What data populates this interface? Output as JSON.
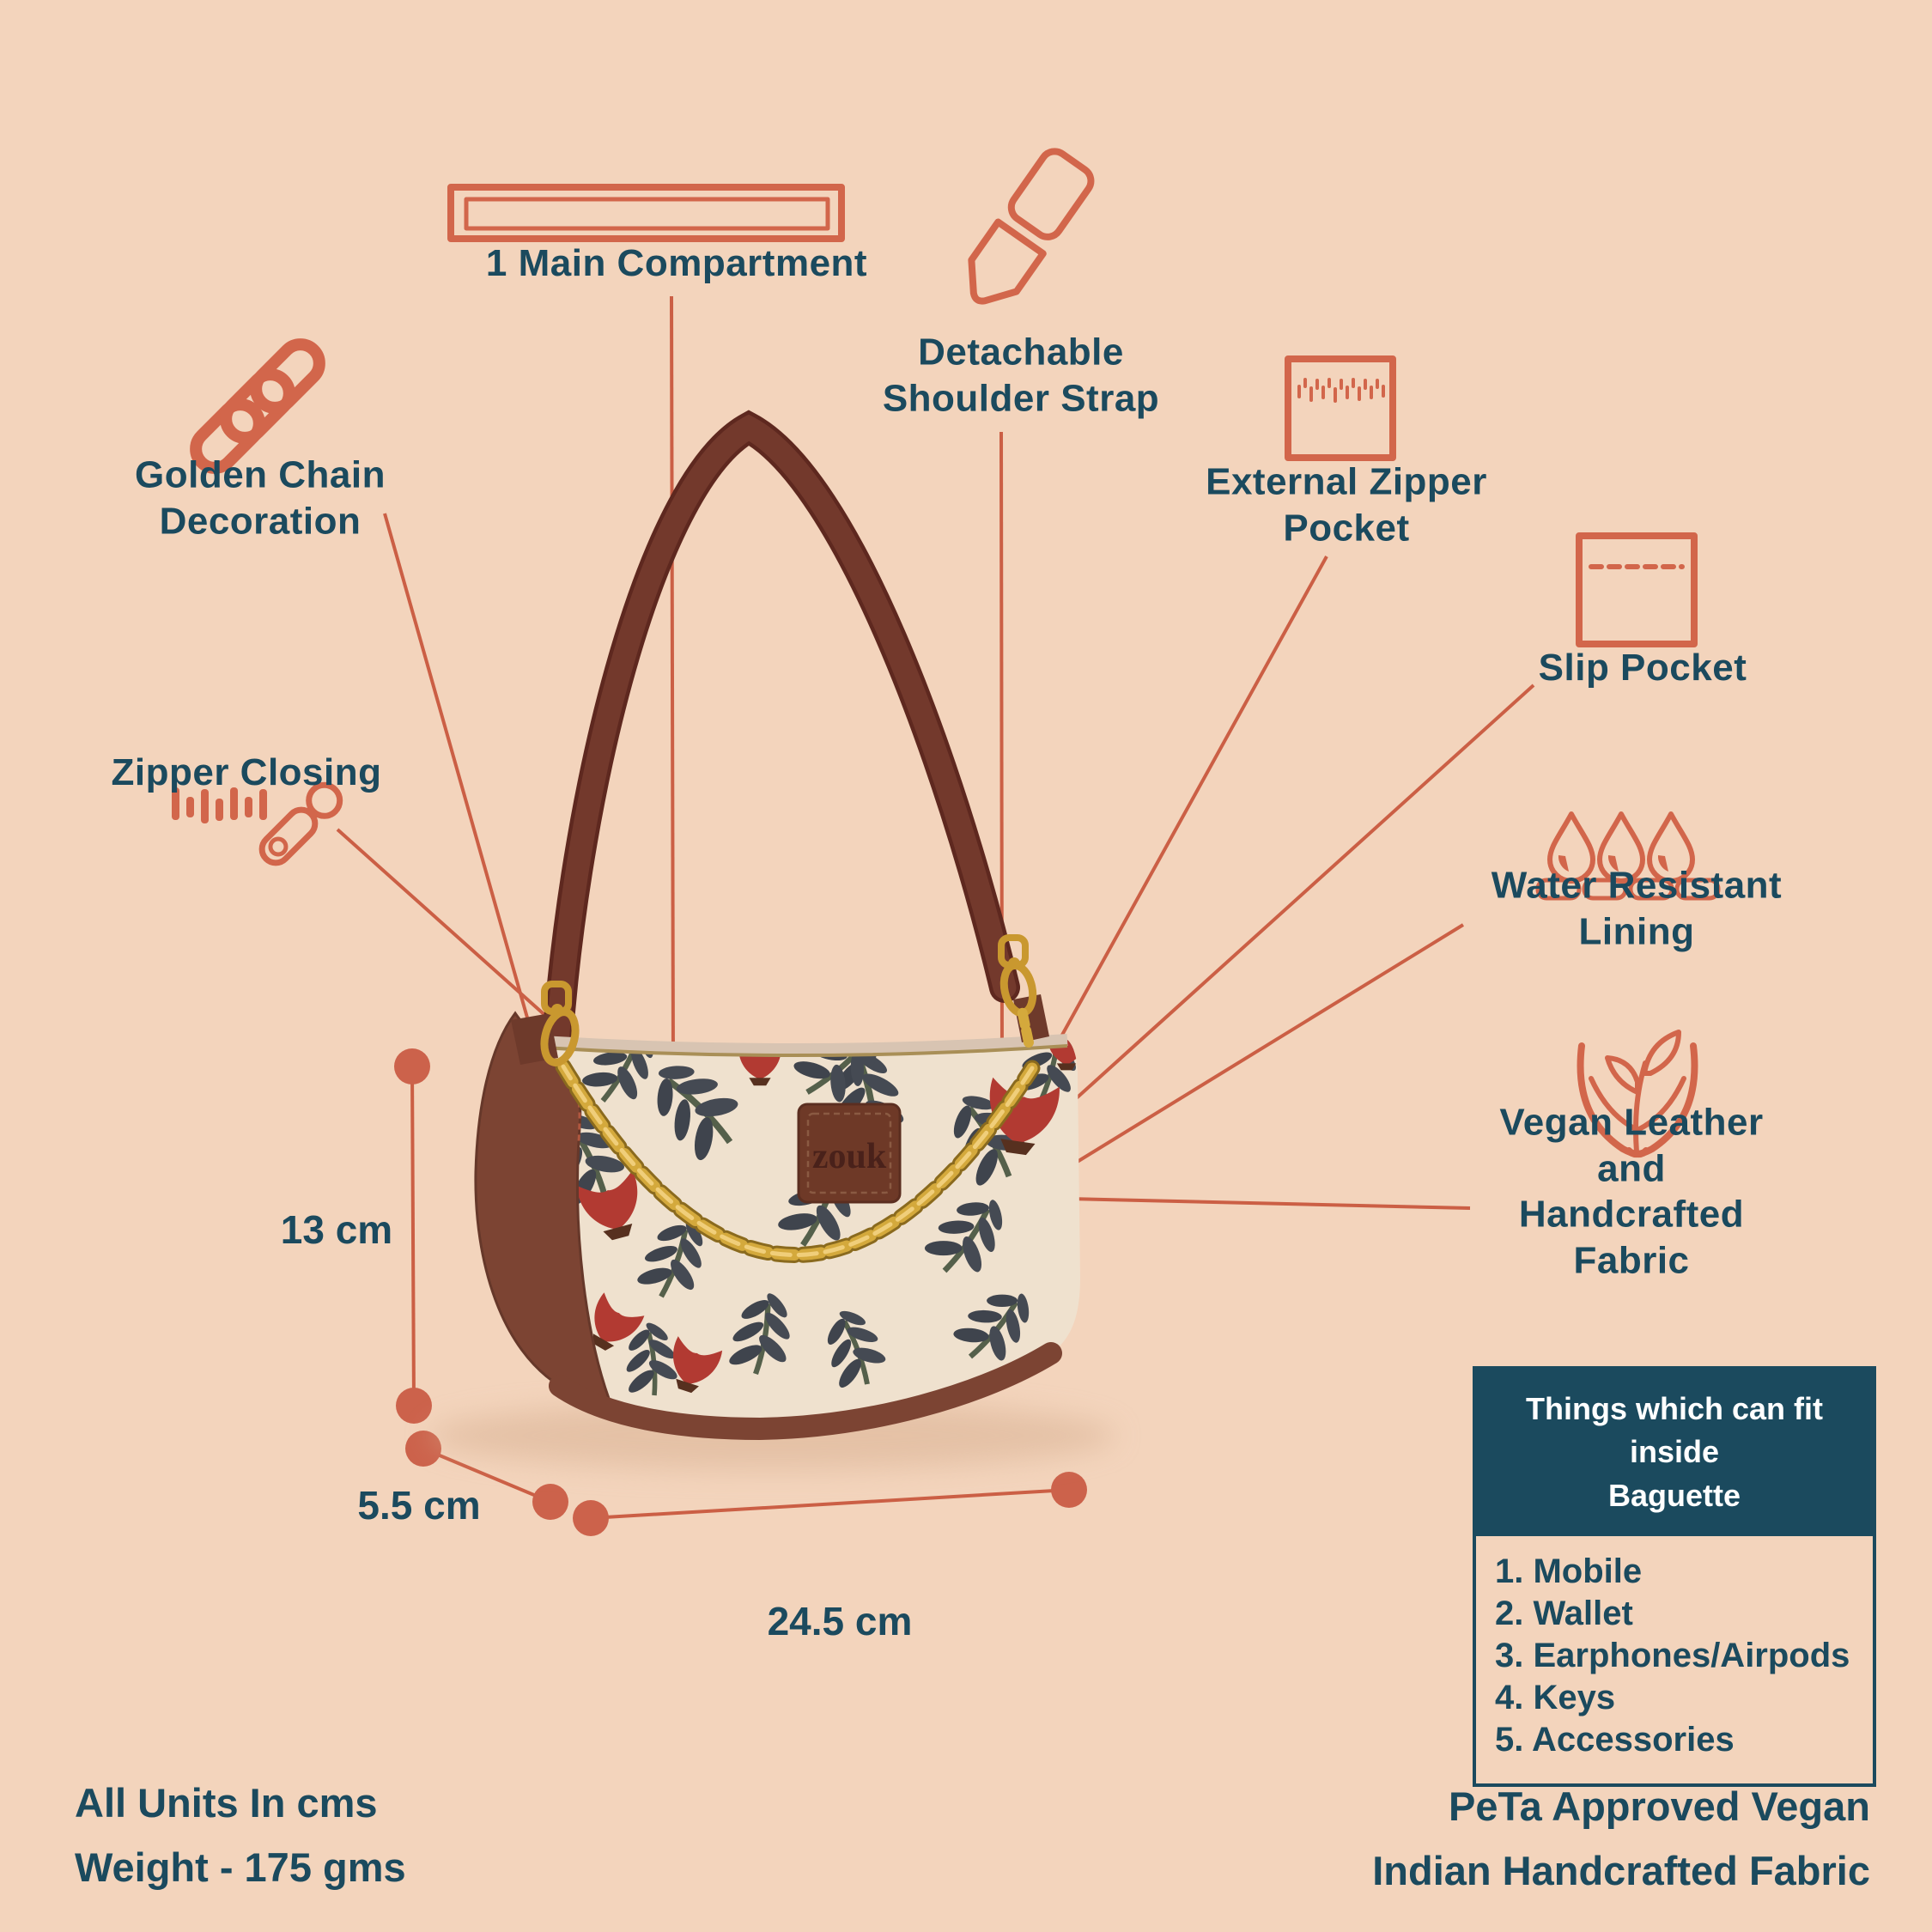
{
  "colors": {
    "background": "#F3D4BC",
    "accent_coral": "#D2664B",
    "line_coral": "#CB5F45",
    "text_teal": "#1B4A5E",
    "panel_teal": "#1B4A5E",
    "panel_text": "#FFFFFF",
    "gold_chain": "#C9982F",
    "leather_brown": "#7C4433",
    "strap_brown": "#6F3127",
    "fabric_cream": "#EFE1CE",
    "flower_red": "#B23A32",
    "leaf_gray": "#3F444D"
  },
  "product": {
    "brand_label": "zouk"
  },
  "callouts": [
    {
      "id": "main-compartment",
      "label": "1 Main Compartment"
    },
    {
      "id": "detachable-strap",
      "label": "Detachable\nShoulder Strap"
    },
    {
      "id": "external-zipper",
      "label": "External Zipper\nPocket"
    },
    {
      "id": "slip-pocket",
      "label": "Slip Pocket"
    },
    {
      "id": "water-resistant",
      "label": "Water Resistant Lining"
    },
    {
      "id": "vegan-leather",
      "label": "Vegan Leather and\nHandcrafted Fabric"
    },
    {
      "id": "golden-chain",
      "label": "Golden Chain\nDecoration"
    },
    {
      "id": "zipper-closing",
      "label": "Zipper Closing"
    }
  ],
  "dimensions": {
    "height": "13 cm",
    "depth": "5.5 cm",
    "width": "24.5 cm"
  },
  "fit_box": {
    "title": "Things which can fit inside\nBaguette",
    "items": [
      "1. Mobile",
      "2. Wallet",
      "3. Earphones/Airpods",
      "4. Keys",
      "5. Accessories"
    ]
  },
  "footnotes": {
    "left_line1": "All Units In cms",
    "left_line2": "Weight - 175 gms",
    "right_line1": "PeTa Approved Vegan",
    "right_line2": "Indian Handcrafted Fabric"
  }
}
